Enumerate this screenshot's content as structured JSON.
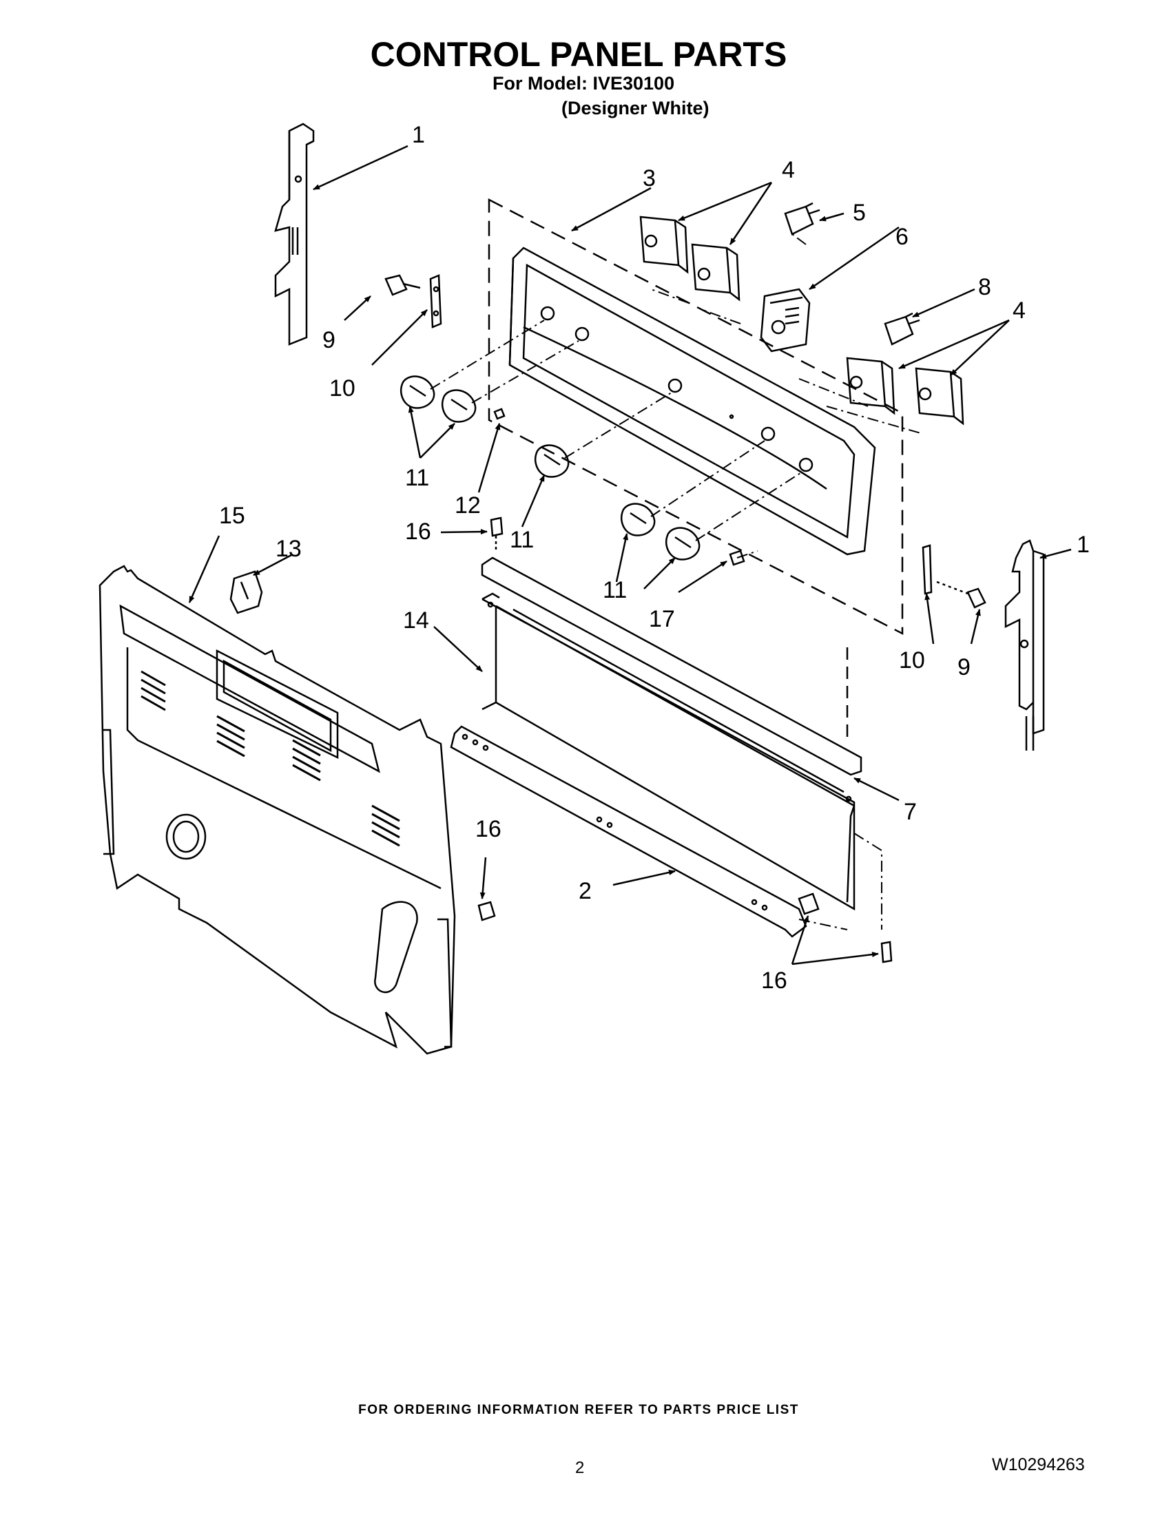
{
  "header": {
    "title": "CONTROL PANEL PARTS",
    "model_line": "For Model: IVE30100",
    "variant_line": "(Designer White)"
  },
  "callouts": {
    "c1_left": "1",
    "c1_right": "1",
    "c2": "2",
    "c3": "3",
    "c4_top": "4",
    "c4_right": "4",
    "c5": "5",
    "c6": "6",
    "c7": "7",
    "c8": "8",
    "c9_left": "9",
    "c9_right": "9",
    "c10_left": "10",
    "c10_right": "10",
    "c11_a": "11",
    "c11_b": "11",
    "c11_c": "11",
    "c12": "12",
    "c13": "13",
    "c14": "14",
    "c15": "15",
    "c16_a": "16",
    "c16_b": "16",
    "c16_c": "16",
    "c17": "17"
  },
  "footer": {
    "ordering_note": "FOR ORDERING INFORMATION REFER TO PARTS PRICE LIST",
    "page_number": "2",
    "document_number": "W10294263"
  }
}
